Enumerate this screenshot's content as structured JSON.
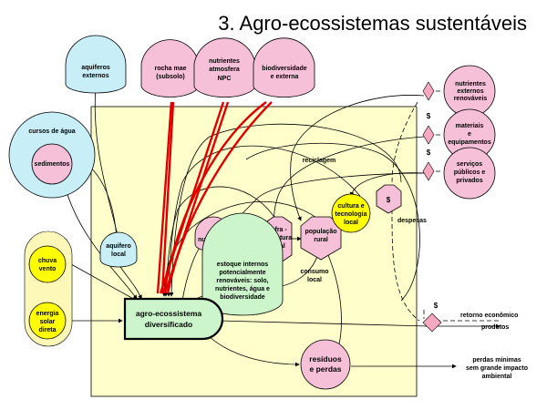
{
  "title": "3. Agro-ecossistemas sustentáveis",
  "sources_top": {
    "aquiferos": [
      "aquiferos",
      "externos"
    ],
    "rocha": [
      "rocha mae",
      "(subsolo)"
    ],
    "nutrientes_atm": [
      "nutrientes",
      "atmosfera",
      "NPC"
    ],
    "biodiversidade": [
      "biodiversidade",
      "e externa"
    ]
  },
  "cursos": {
    "outer": "cursos de água",
    "inner": "sedimentos"
  },
  "sources_left": {
    "chuva": [
      "chuva",
      "vento"
    ],
    "energia": [
      "energia",
      "solar",
      "direta"
    ]
  },
  "inside": {
    "aquifero_local": [
      "aquifero",
      "local"
    ],
    "nutrientes": "nutrientes",
    "infra": [
      "infra -",
      "estrutura",
      "rural"
    ],
    "populacao": [
      "população",
      "rural"
    ],
    "cultura": [
      "cultura e",
      "tecnologia",
      "local"
    ],
    "estoque": [
      "estoque internos",
      "potencialmente",
      "renováveis: solo,",
      "nutrientes, água e",
      "biodiversidade"
    ],
    "agro": [
      "agro-ecossistema",
      "diversificado"
    ],
    "residuos": [
      "resíduos",
      "e perdas"
    ]
  },
  "labels": {
    "reciclagem": "reciclagem",
    "consumo": [
      "consumo",
      "local"
    ],
    "despesas": "despesas",
    "retorno": "retorno econômico",
    "produtos": "produtos",
    "perdas": [
      "perdas mínimas",
      "sem grande impacto",
      "ambiental"
    ],
    "dollar": "$"
  },
  "sources_right": {
    "nutrientes_ext": [
      "nutrientes",
      "externos",
      "renováveis"
    ],
    "materiais": [
      "materiais",
      "e",
      "equipamentos"
    ],
    "servicos": [
      "serviços",
      "públicos e",
      "privados"
    ]
  },
  "colors": {
    "system_box": "#ffffcc",
    "source_pink": "#f5c0d8",
    "source_blue": "#c8eef8",
    "consumer_pink": "#f8c8dc",
    "yellow": "#ffff00",
    "storage_green": "#ccf5cc",
    "producer_green": "#ccf5cc",
    "pale_yellow": "#fdf8b8",
    "diamond": "#f5a8c0",
    "red_flow": "#e00000"
  }
}
